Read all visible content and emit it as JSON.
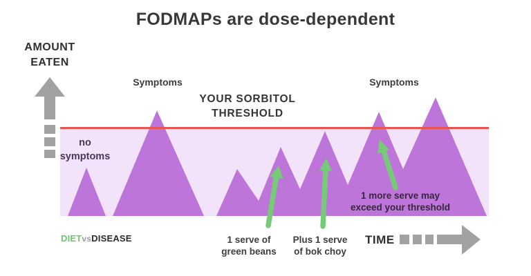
{
  "title": "FODMAPs are dose-dependent",
  "axes": {
    "y_label_line1": "AMOUNT",
    "y_label_line2": "EATEN",
    "x_label": "TIME"
  },
  "threshold": {
    "line1": "YOUR  SORBITOL",
    "line2": "THRESHOLD"
  },
  "labels": {
    "symptoms_left": "Symptoms",
    "symptoms_right": "Symptoms",
    "no_symptoms_line1": "no",
    "no_symptoms_line2": "symptoms",
    "green_beans_line1": "1 serve of",
    "green_beans_line2": "green beans",
    "bok_choy_line1": "Plus 1 serve",
    "bok_choy_line2": "of bok choy",
    "more_serve_line1": "1 more serve may",
    "more_serve_line2": "exceed your threshold"
  },
  "logo": {
    "part1": "DIET",
    "part2": "vs",
    "part3": "DISEASE"
  },
  "colors": {
    "mountain_purple": "#bd75d9",
    "band_pink": "#f3e3fa",
    "threshold_red": "#e85450",
    "arrow_green": "#77ca77",
    "arrow_gray": "#a2a2a2",
    "logo_green": "#6cc56c",
    "text_dark": "#3b3b3b",
    "text_dark_purple": "#4a3852"
  },
  "figure": {
    "type": "conceptual-dose-threshold-diagram",
    "peaks": [
      {
        "name": "small-initial-dose",
        "crosses_threshold": false
      },
      {
        "name": "large-dose-symptoms",
        "crosses_threshold": true
      },
      {
        "name": "chain-dose-1",
        "crosses_threshold": false
      },
      {
        "name": "chain-dose-2-green-beans",
        "crosses_threshold": false
      },
      {
        "name": "chain-dose-3-bok-choy",
        "crosses_threshold": false
      },
      {
        "name": "chain-dose-4-one-more-serve",
        "crosses_threshold": true
      },
      {
        "name": "chain-dose-5-largest",
        "crosses_threshold": true
      }
    ]
  }
}
